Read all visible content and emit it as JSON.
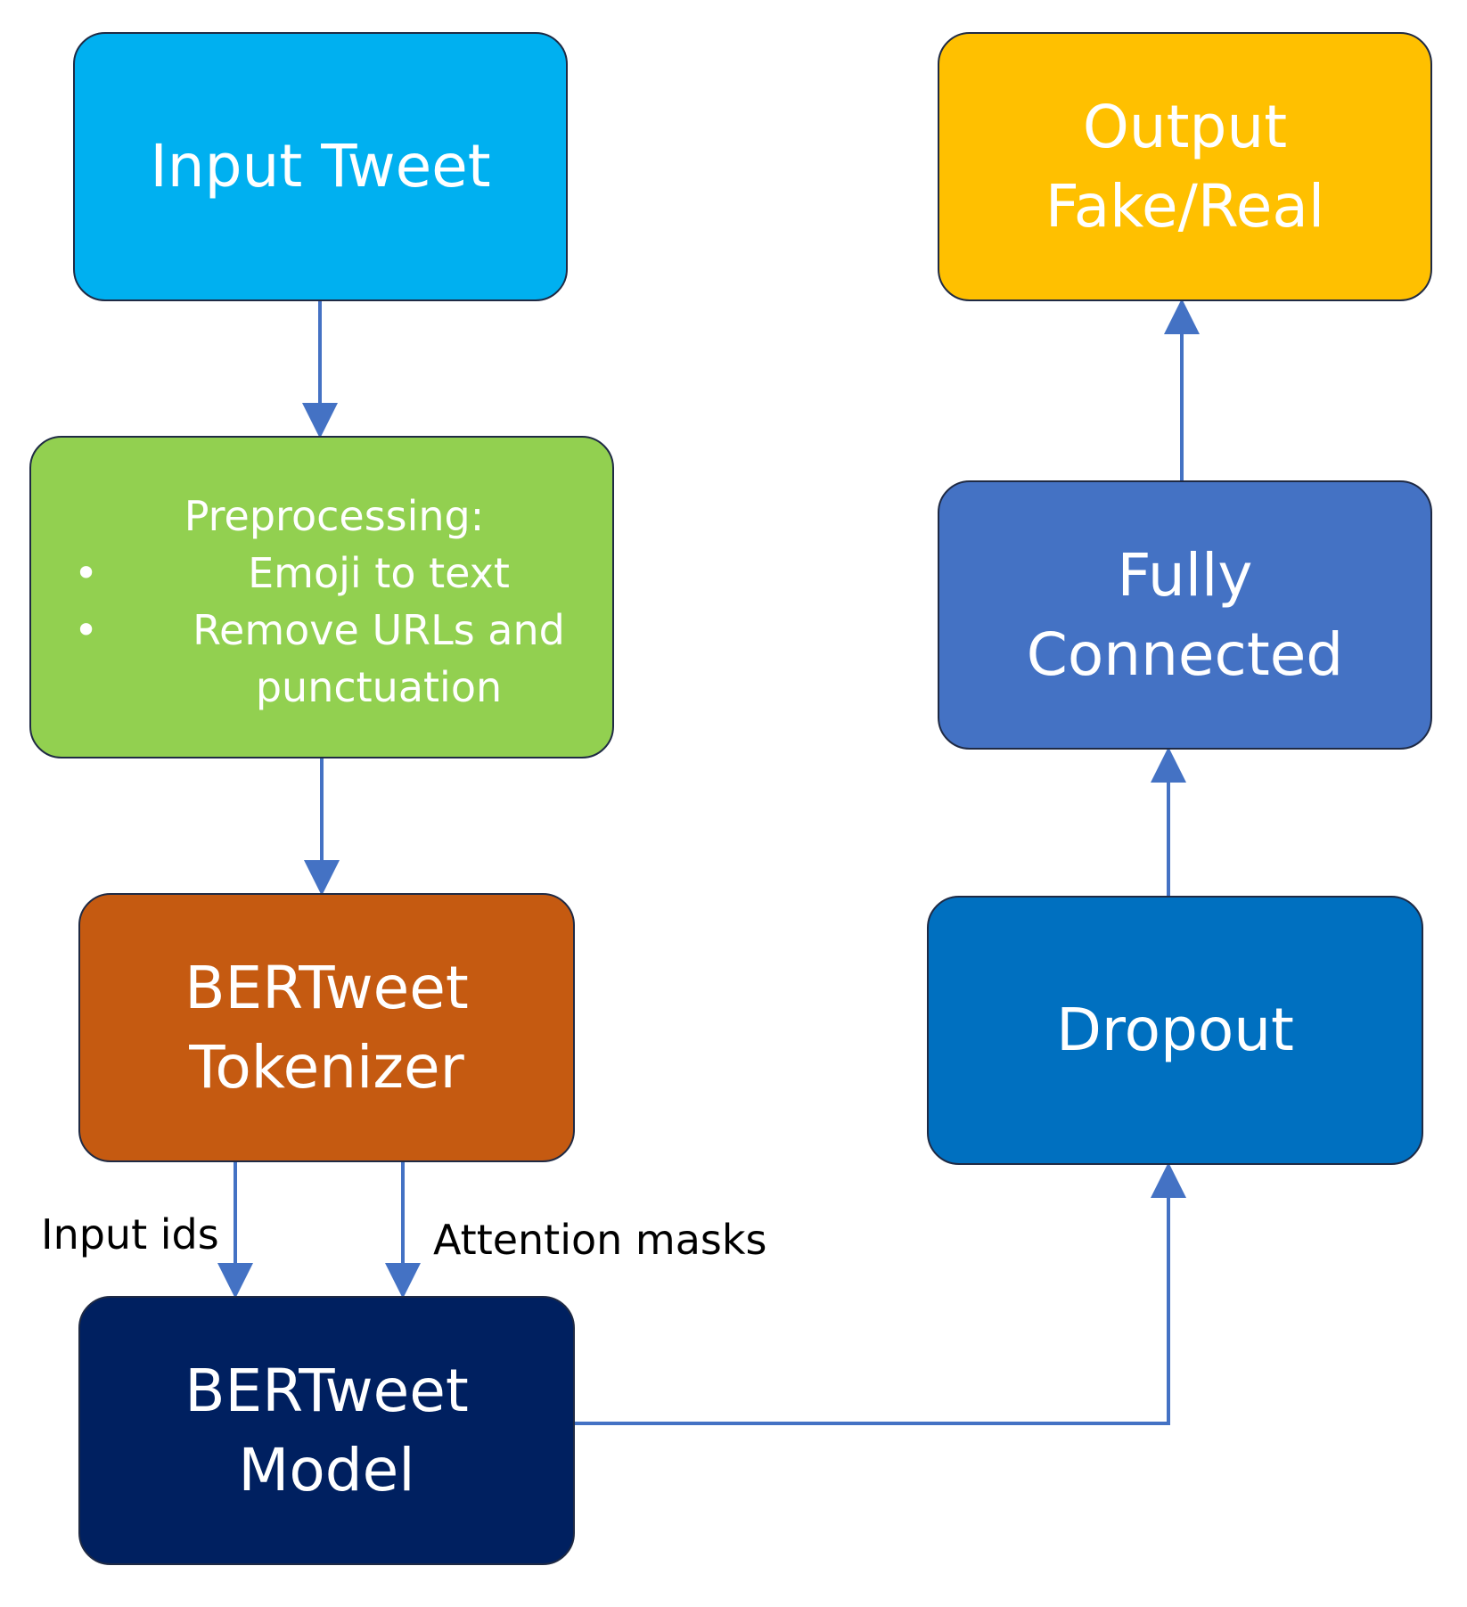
{
  "nodes": {
    "input_tweet": "Input Tweet",
    "preprocessing": {
      "title": "Preprocessing:",
      "items": [
        "Emoji to text",
        "Remove URLs and\npunctuation"
      ]
    },
    "tokenizer": "BERTweet\nTokenizer",
    "model": "BERTweet\nModel",
    "dropout": "Dropout",
    "fully_connected": "Fully\nConnected",
    "output": "Output\nFake/Real"
  },
  "edge_labels": {
    "input_ids": "Input ids",
    "attention_masks": "Attention masks"
  },
  "edges": [
    {
      "from": "input_tweet",
      "to": "preprocessing"
    },
    {
      "from": "preprocessing",
      "to": "tokenizer"
    },
    {
      "from": "tokenizer",
      "to": "model",
      "label": "Input ids"
    },
    {
      "from": "tokenizer",
      "to": "model",
      "label": "Attention masks"
    },
    {
      "from": "model",
      "to": "dropout"
    },
    {
      "from": "dropout",
      "to": "fully_connected"
    },
    {
      "from": "fully_connected",
      "to": "output"
    }
  ],
  "colors": {
    "input_tweet": "#00b0f0",
    "preprocessing": "#92d050",
    "tokenizer": "#c55a11",
    "model": "#002060",
    "dropout": "#0070c0",
    "fully_connected": "#4472c4",
    "output": "#ffc000",
    "arrow": "#4472c4"
  }
}
